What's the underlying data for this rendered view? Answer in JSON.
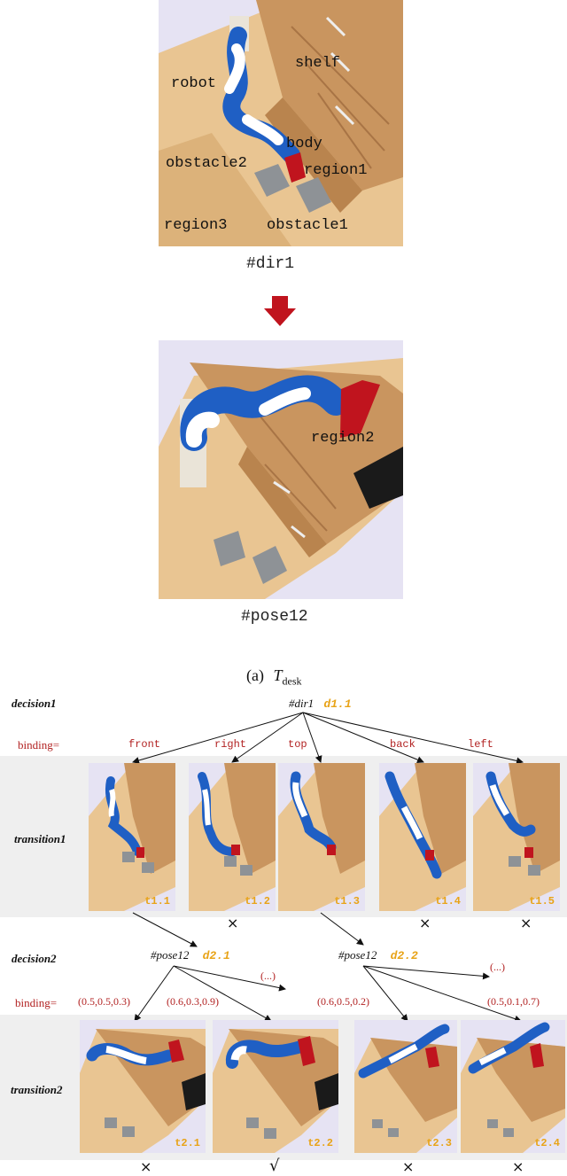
{
  "scene_top": {
    "labels": {
      "shelf": "shelf",
      "robot": "robot",
      "body": "body",
      "obstacle2": "obstacle2",
      "region1": "region1",
      "region3": "region3",
      "obstacle1": "obstacle1"
    },
    "caption": "#dir1"
  },
  "scene_bottom": {
    "labels": {
      "region2": "region2"
    },
    "caption": "#pose12"
  },
  "subfig_caption": {
    "prefix": "(a)",
    "symbol": "T",
    "subscript": "desk"
  },
  "tree": {
    "decision1": {
      "row_label": "decision1",
      "node": "#dir1",
      "node_id": "d1.1",
      "binding_label": "binding=",
      "bindings": [
        "front",
        "right",
        "top",
        "back",
        "left"
      ]
    },
    "transition1": {
      "row_label": "transition1",
      "thumbs": [
        {
          "id": "t1.1",
          "mark": ""
        },
        {
          "id": "t1.2",
          "mark": "×"
        },
        {
          "id": "t1.3",
          "mark": ""
        },
        {
          "id": "t1.4",
          "mark": "×"
        },
        {
          "id": "t1.5",
          "mark": "×"
        }
      ]
    },
    "decision2": {
      "row_label": "decision2",
      "nodes": [
        {
          "label": "#pose12",
          "id": "d2.1",
          "more": "(...)"
        },
        {
          "label": "#pose12",
          "id": "d2.2",
          "more": "(...)"
        }
      ],
      "binding_label": "binding=",
      "bindings": [
        "(0.5,0.5,0.3)",
        "(0.6,0.3,0.9)",
        "(0.6,0.5,0.2)",
        "(0.5,0.1,0.7)"
      ]
    },
    "transition2": {
      "row_label": "transition2",
      "thumbs": [
        {
          "id": "t2.1",
          "mark": "×"
        },
        {
          "id": "t2.2",
          "mark": "√"
        },
        {
          "id": "t2.3",
          "mark": "×"
        },
        {
          "id": "t2.4",
          "mark": "×"
        }
      ]
    }
  },
  "colors": {
    "accent_red": "#b22222",
    "id_orange": "#e8a317",
    "band_gray": "#efefef",
    "scene_bg": "#e6e3f3",
    "wood": "#e8c08c",
    "robot_blue": "#1f5fc4",
    "target_red": "#c0141e"
  }
}
